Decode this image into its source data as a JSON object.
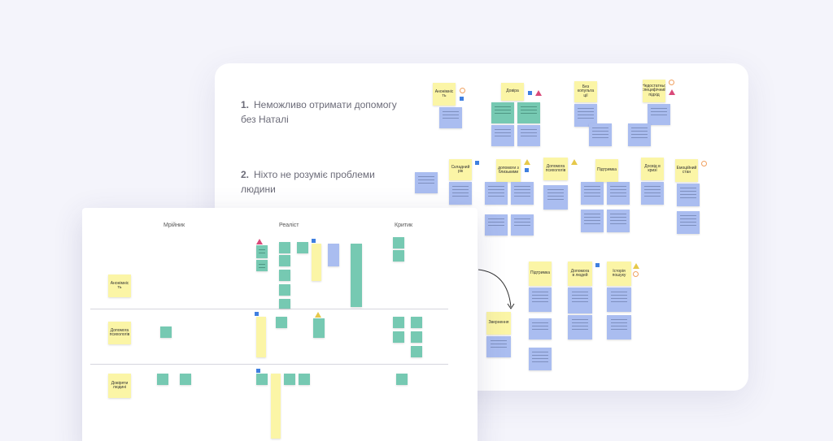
{
  "back_board": {
    "problems": [
      {
        "num": "1.",
        "text": "Неможливо отримати допомогу без Наталі"
      },
      {
        "num": "2.",
        "text": "Ніхто не розуміє проблеми людини"
      }
    ],
    "clusters_row1": [
      "Анонімніс ть",
      "Довіра",
      "Без копульта ції",
      "Недостатньо специфічний підхід"
    ],
    "clusters_row2": [
      "Складний рік",
      "допомоги з близькими",
      "Допомога психологів",
      "Підтримка",
      "Досвід в кризі",
      "Емоційний стан"
    ],
    "clusters_row3": [
      "Звернення",
      "Підтримка",
      "Допомога в людей",
      "Історія пошуку"
    ]
  },
  "front_board": {
    "columns": [
      "Мрійник",
      "Реаліст",
      "Критик"
    ],
    "rows": [
      "Анонімніс ть",
      "Допомога психологів",
      "Довіряти людині"
    ]
  }
}
